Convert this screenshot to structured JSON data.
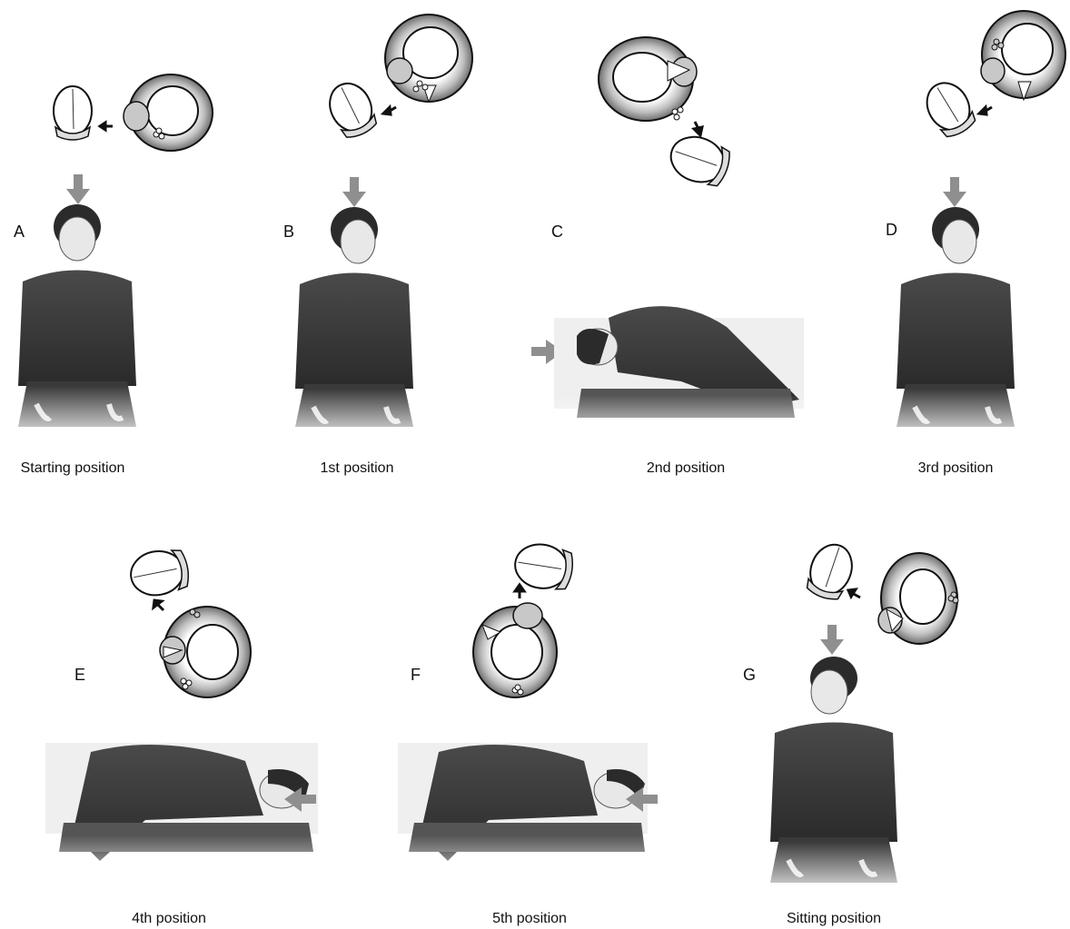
{
  "panels": [
    {
      "letter": "A",
      "caption": "Starting position"
    },
    {
      "letter": "B",
      "caption": "1st position"
    },
    {
      "letter": "C",
      "caption": "2nd position"
    },
    {
      "letter": "D",
      "caption": "3rd position"
    },
    {
      "letter": "E",
      "caption": "4th position"
    },
    {
      "letter": "F",
      "caption": "5th position"
    },
    {
      "letter": "G",
      "caption": "Sitting position"
    }
  ],
  "icons": {
    "skull": "skull-top-view-icon",
    "labyrinth": "semicircular-canal-icon",
    "gravity_arrow": "gray-arrow-icon",
    "small_arrow": "black-arrow-icon"
  }
}
